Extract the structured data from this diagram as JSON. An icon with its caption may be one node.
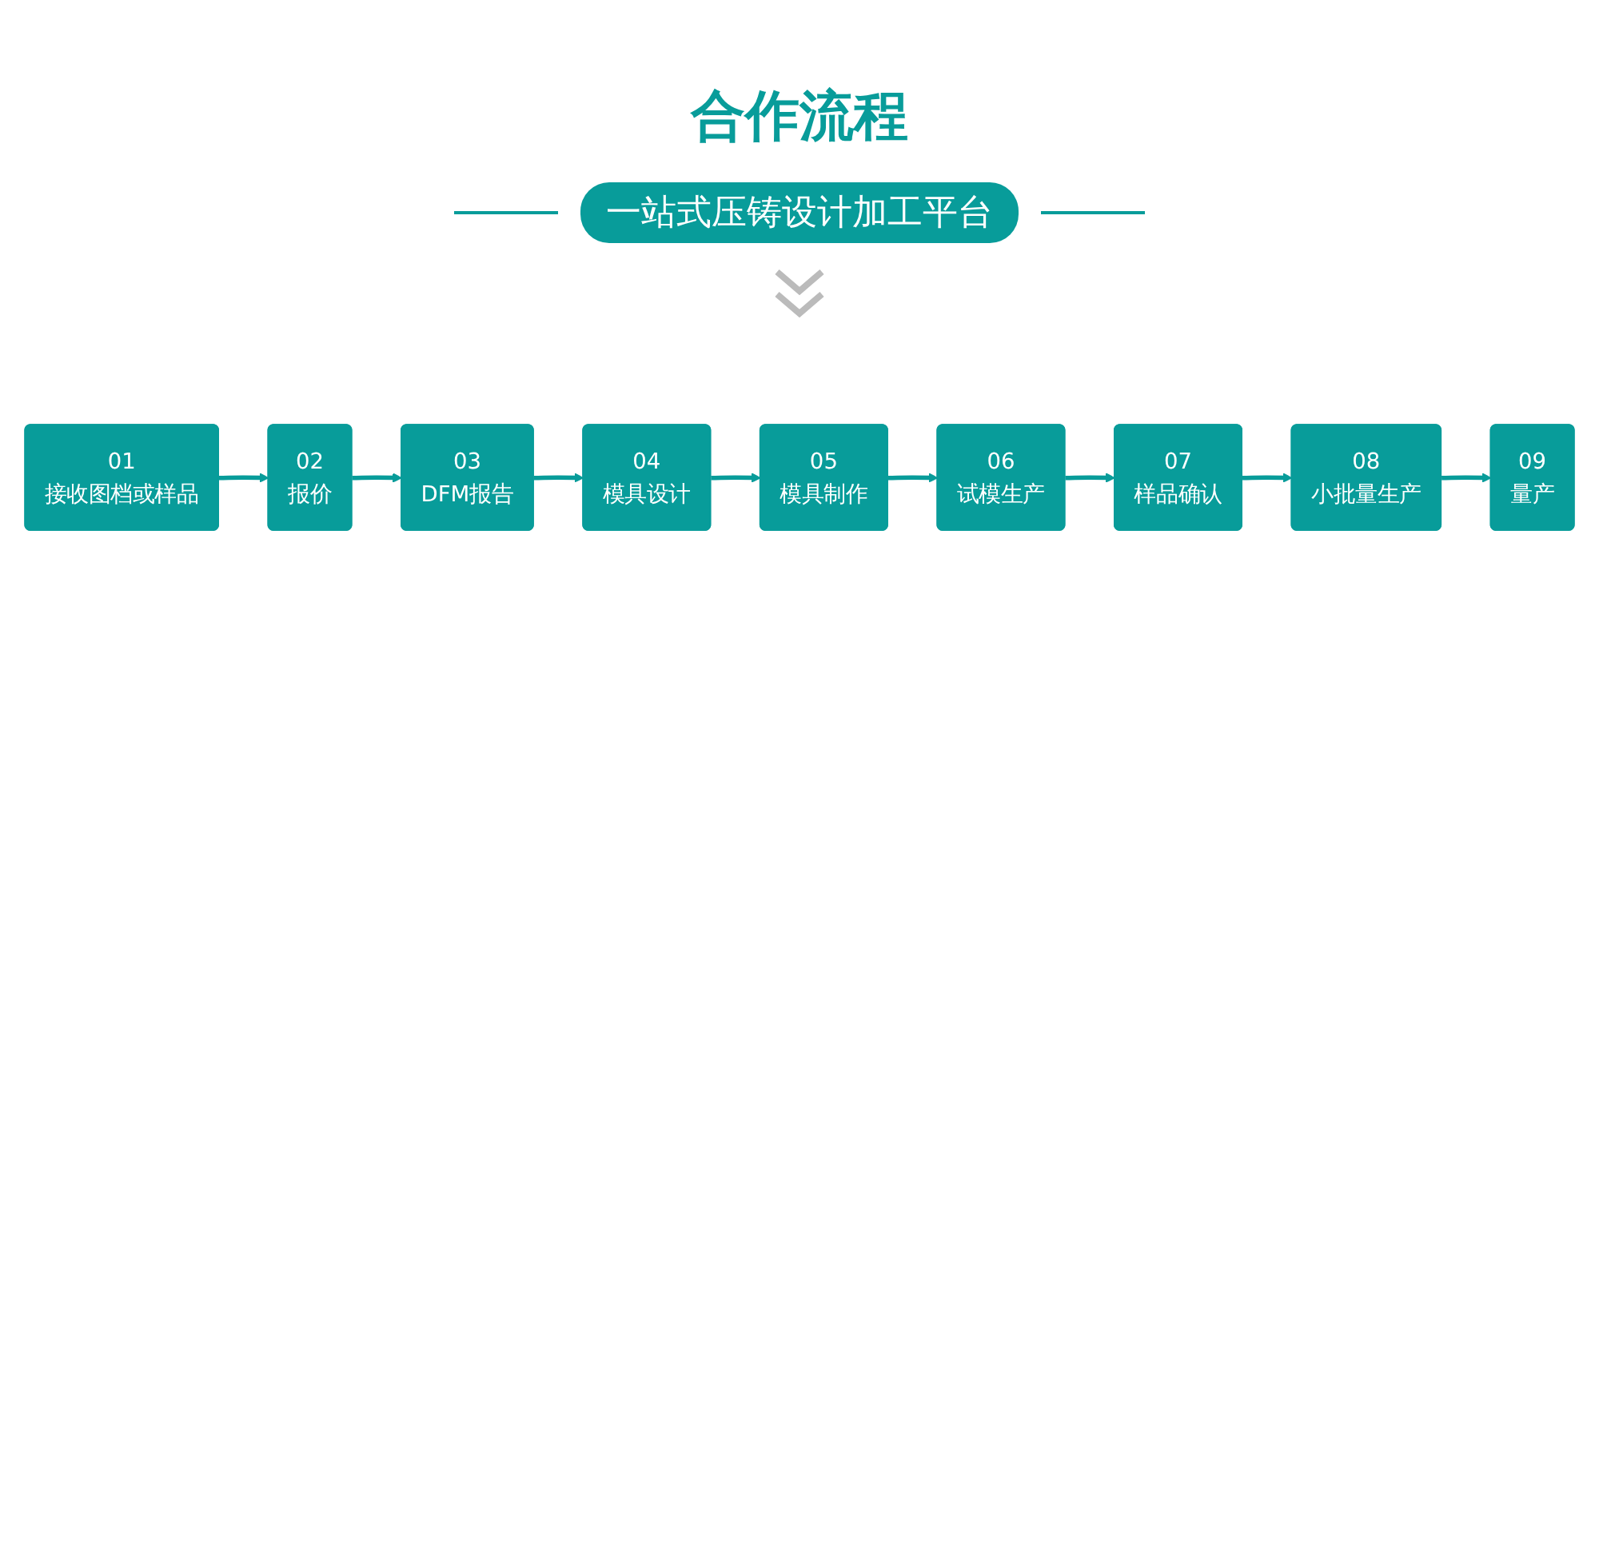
{
  "diagram": {
    "title": "合作流程",
    "nodes": [
      {
        "text": [
          "01",
          "接收图档或样品"
        ]
      },
      {
        "text": [
          "02",
          "报价"
        ]
      },
      {
        "text": [
          "03",
          "DFM报告"
        ]
      },
      {
        "text": [
          "04",
          "模具设计"
        ]
      },
      {
        "text": [
          "05",
          "模具制作"
        ]
      },
      {
        "text": [
          "06",
          "试模生产"
        ]
      },
      {
        "text": [
          "07",
          "样品确认"
        ]
      },
      {
        "text": [
          "08",
          "小批量生产"
        ]
      },
      {
        "text": [
          "09",
          "量产"
        ]
      }
    ],
    "edges": [
      {
        "from": 0,
        "to": 1,
        "arrow": "to"
      },
      {
        "from": 1,
        "to": 2,
        "arrow": "to"
      },
      {
        "from": 2,
        "to": 3,
        "arrow": "to"
      },
      {
        "from": 3,
        "to": 4,
        "arrow": "to"
      },
      {
        "from": 4,
        "to": 5,
        "arrow": "to"
      },
      {
        "from": 5,
        "to": 6,
        "arrow": "to"
      },
      {
        "from": 6,
        "to": 7,
        "arrow": "to"
      },
      {
        "from": 7,
        "to": 8,
        "arrow": "to"
      }
    ],
    "labels": [
      "一站式压铸设计加工平台"
    ]
  }
}
